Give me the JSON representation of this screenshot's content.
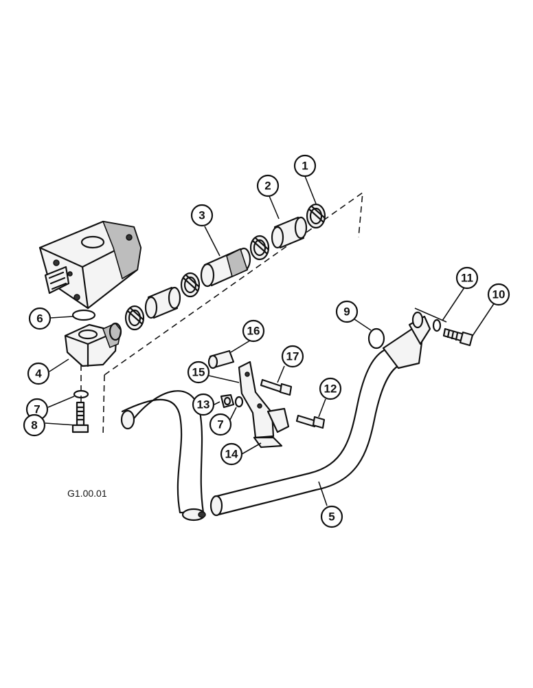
{
  "figure_reference": "G1.00.01",
  "callouts": [
    {
      "label": "1"
    },
    {
      "label": "2"
    },
    {
      "label": "3"
    },
    {
      "label": "6"
    },
    {
      "label": "4"
    },
    {
      "label": "7"
    },
    {
      "label": "8"
    },
    {
      "label": "16"
    },
    {
      "label": "15"
    },
    {
      "label": "17"
    },
    {
      "label": "13"
    },
    {
      "label": "7"
    },
    {
      "label": "14"
    },
    {
      "label": "12"
    },
    {
      "label": "9"
    },
    {
      "label": "11"
    },
    {
      "label": "10"
    },
    {
      "label": "5"
    }
  ]
}
